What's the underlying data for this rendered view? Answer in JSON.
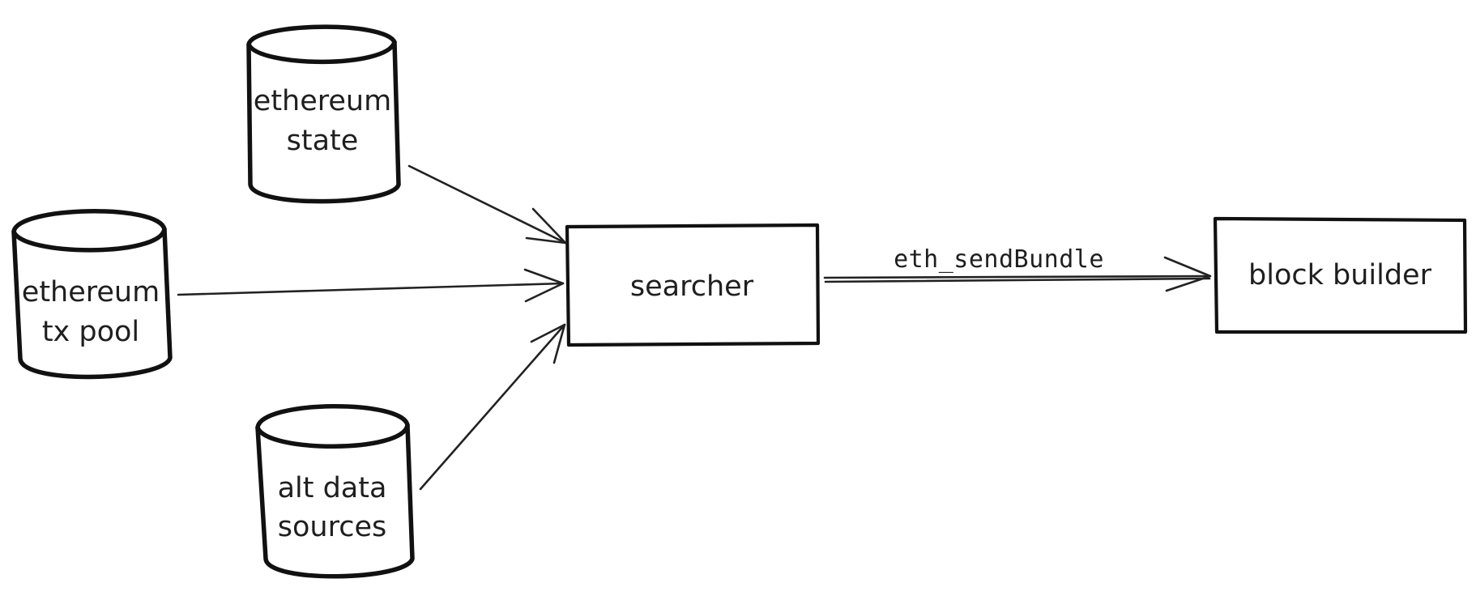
{
  "nodes": {
    "ethereum_state": {
      "line1": "ethereum",
      "line2": "state"
    },
    "ethereum_tx_pool": {
      "line1": "ethereum",
      "line2": "tx pool"
    },
    "alt_data_sources": {
      "line1": "alt data",
      "line2": "sources"
    },
    "searcher": {
      "label": "searcher"
    },
    "block_builder": {
      "label": "block builder"
    }
  },
  "edges": {
    "bundle_label": "eth_sendBundle"
  },
  "style": {
    "stroke_color": "#111111",
    "background": "#ffffff"
  }
}
